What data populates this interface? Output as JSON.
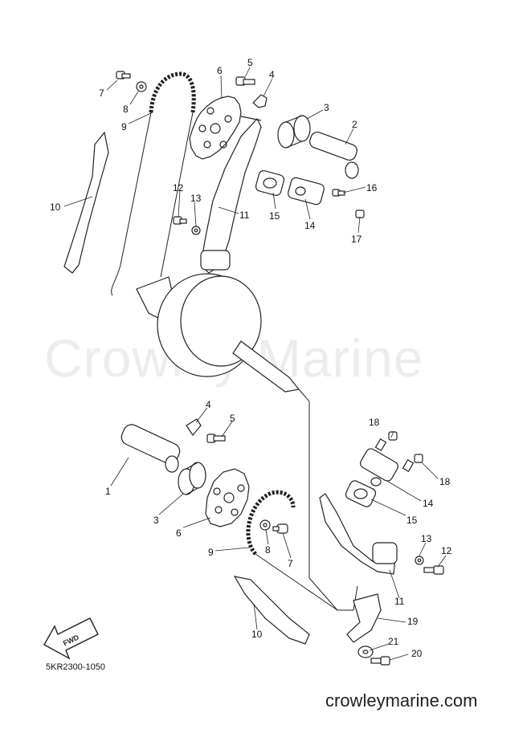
{
  "watermark": "Crowley Marine",
  "part_number": "5KR2300-1050",
  "website": "crowleymarine.com",
  "fwd_label": "FWD",
  "callouts": {
    "u7": "7",
    "u8": "8",
    "u9": "9",
    "u6": "6",
    "u5": "5",
    "u4": "4",
    "u3": "3",
    "u2": "2",
    "u10": "10",
    "u12": "12",
    "u13": "13",
    "u11": "11",
    "u15": "15",
    "u16": "16",
    "u14": "14",
    "u17": "17",
    "l4": "4",
    "l5": "5",
    "l1": "1",
    "l3": "3",
    "l6": "6",
    "l18a": "18",
    "l18b": "18",
    "l14": "14",
    "l15": "15",
    "l13": "13",
    "l12": "12",
    "l9": "9",
    "l8": "8",
    "l7": "7",
    "l11": "11",
    "l10": "10",
    "l19": "19",
    "l21": "21",
    "l20": "20"
  }
}
